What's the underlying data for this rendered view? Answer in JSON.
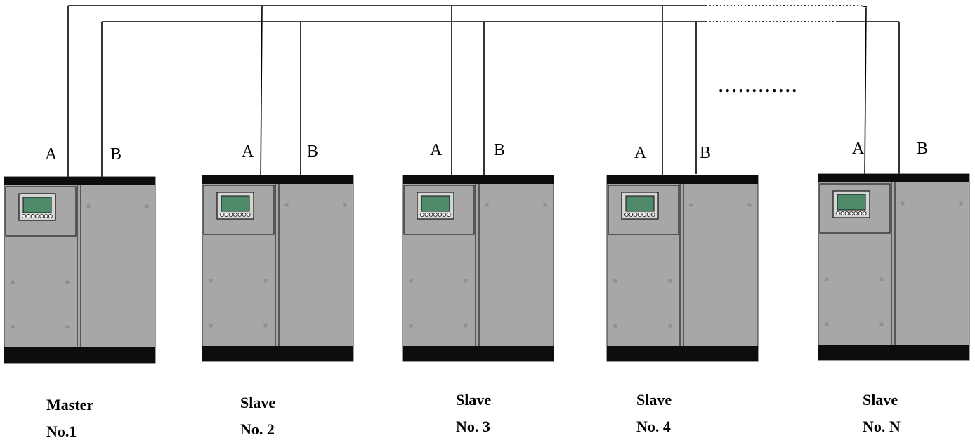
{
  "wiring": {
    "terminal_a": "A",
    "terminal_b": "B",
    "continuation": "............"
  },
  "units": [
    {
      "role": "Master",
      "number": "No.1"
    },
    {
      "role": "Slave",
      "number": "No. 2"
    },
    {
      "role": "Slave",
      "number": "No. 3"
    },
    {
      "role": "Slave",
      "number": "No. 4"
    },
    {
      "role": "Slave",
      "number": "No. N"
    }
  ],
  "colors": {
    "cabinet_body": "#a7a7a7",
    "cabinet_band": "#0d0d0d",
    "display_screen": "#4f8a6a",
    "wire": "#000000"
  }
}
